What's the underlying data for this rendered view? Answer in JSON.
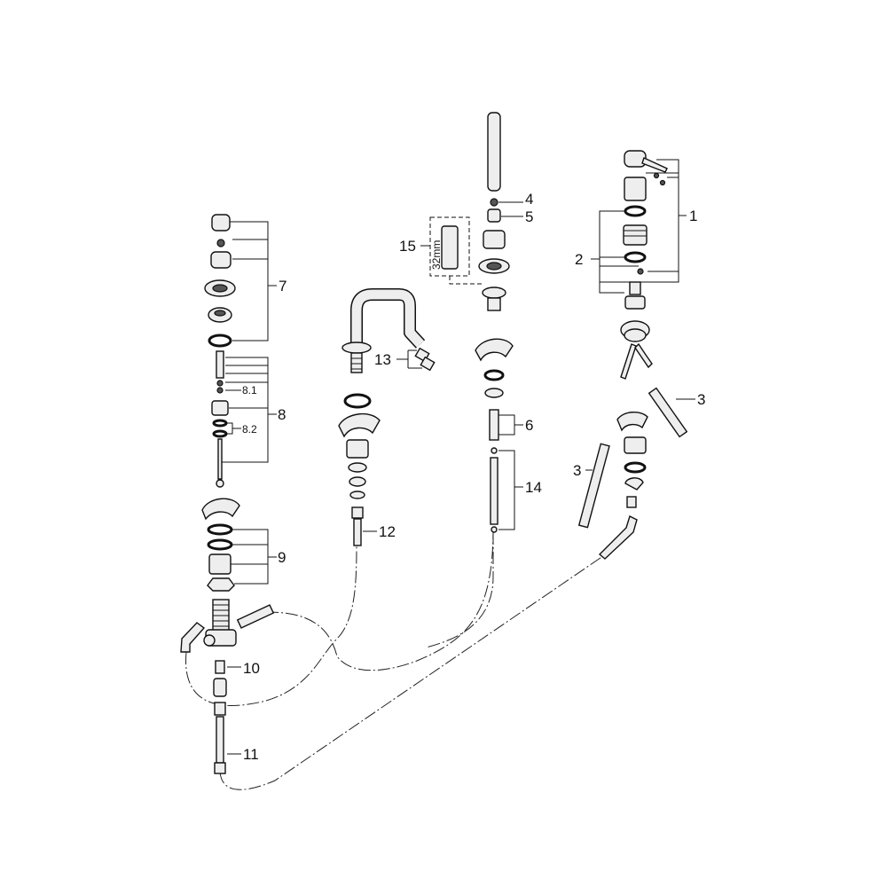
{
  "title": "Exploded parts diagram – three-hole bath mixer",
  "callouts": {
    "c1": "1",
    "c2": "2",
    "c3a": "3",
    "c3b": "3",
    "c4": "4",
    "c5": "5",
    "c6": "6",
    "c7": "7",
    "c8": "8",
    "c8_1": "8.1",
    "c8_2": "8.2",
    "c9": "9",
    "c10": "10",
    "c11": "11",
    "c12": "12",
    "c13": "13",
    "c14": "14",
    "c15": "15"
  },
  "dimension": "32mm"
}
